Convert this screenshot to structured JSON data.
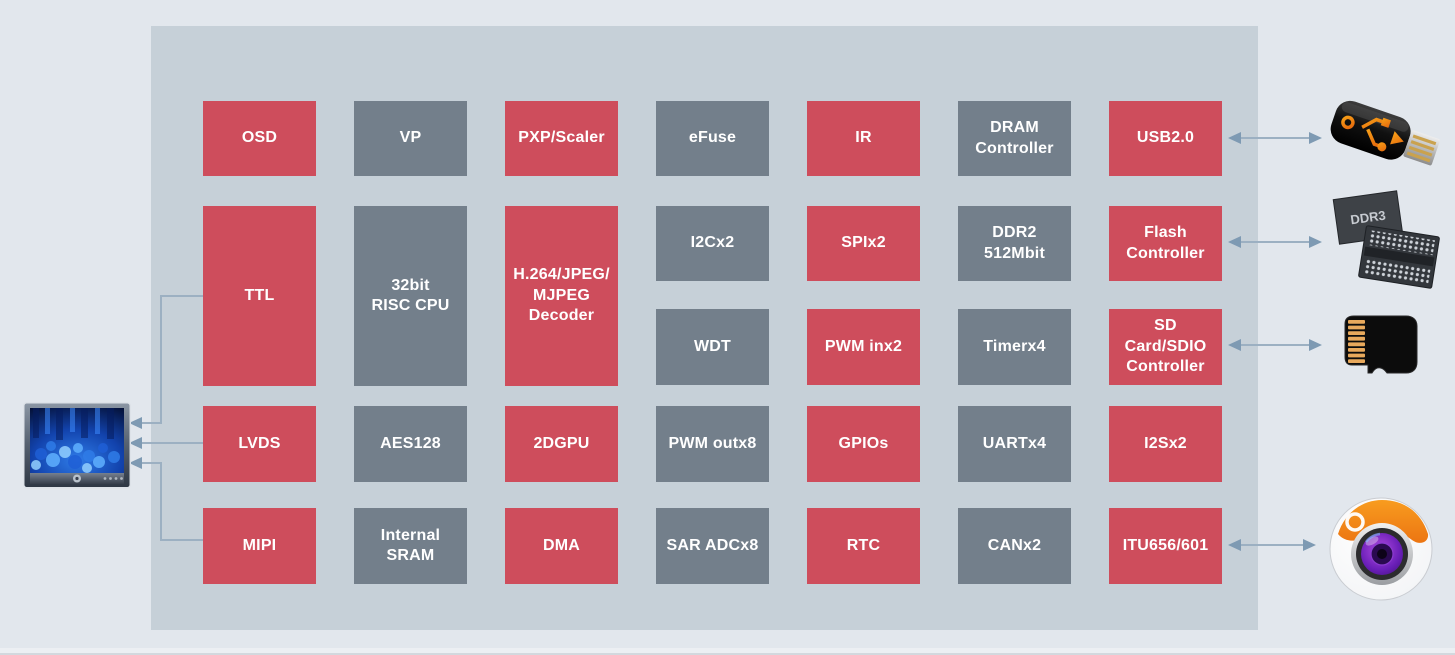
{
  "colors": {
    "background": "#e2e7ed",
    "panel": "#c6d0d8",
    "block_red": "#ce4d5c",
    "block_gray": "#737f8b",
    "block_text": "#ffffff",
    "arrow": "#9cb0c2"
  },
  "blocks": [
    {
      "id": "osd",
      "label": "OSD",
      "variant": "red"
    },
    {
      "id": "vp",
      "label": "VP",
      "variant": "gray"
    },
    {
      "id": "pxp-scaler",
      "label": "PXP/Scaler",
      "variant": "red"
    },
    {
      "id": "efuse",
      "label": "eFuse",
      "variant": "gray"
    },
    {
      "id": "ir",
      "label": "IR",
      "variant": "red"
    },
    {
      "id": "dram-controller",
      "label": "DRAM\nController",
      "variant": "gray"
    },
    {
      "id": "usb2",
      "label": "USB2.0",
      "variant": "red"
    },
    {
      "id": "ttl",
      "label": "TTL",
      "variant": "red"
    },
    {
      "id": "risc-cpu",
      "label": "32bit\nRISC CPU",
      "variant": "gray"
    },
    {
      "id": "h264-decoder",
      "label": "H.264/JPEG/\nMJPEG\nDecoder",
      "variant": "red"
    },
    {
      "id": "i2c",
      "label": "I2Cx2",
      "variant": "gray"
    },
    {
      "id": "spi",
      "label": "SPIx2",
      "variant": "red"
    },
    {
      "id": "ddr2",
      "label": "DDR2\n512Mbit",
      "variant": "gray"
    },
    {
      "id": "flash-controller",
      "label": "Flash\nController",
      "variant": "red"
    },
    {
      "id": "wdt",
      "label": "WDT",
      "variant": "gray"
    },
    {
      "id": "pwm-in",
      "label": "PWM inx2",
      "variant": "red"
    },
    {
      "id": "timer",
      "label": "Timerx4",
      "variant": "gray"
    },
    {
      "id": "sd-sdio-controller",
      "label": "SD\nCard/SDIO\nController",
      "variant": "red"
    },
    {
      "id": "lvds",
      "label": "LVDS",
      "variant": "red"
    },
    {
      "id": "aes128",
      "label": "AES128",
      "variant": "gray"
    },
    {
      "id": "2dgpu",
      "label": "2DGPU",
      "variant": "red"
    },
    {
      "id": "pwm-out",
      "label": "PWM outx8",
      "variant": "gray"
    },
    {
      "id": "gpios",
      "label": "GPIOs",
      "variant": "red"
    },
    {
      "id": "uart",
      "label": "UARTx4",
      "variant": "gray"
    },
    {
      "id": "i2s",
      "label": "I2Sx2",
      "variant": "red"
    },
    {
      "id": "mipi",
      "label": "MIPI",
      "variant": "red"
    },
    {
      "id": "internal-sram",
      "label": "Internal\nSRAM",
      "variant": "gray"
    },
    {
      "id": "dma",
      "label": "DMA",
      "variant": "red"
    },
    {
      "id": "sar-adc",
      "label": "SAR ADCx8",
      "variant": "gray"
    },
    {
      "id": "rtc",
      "label": "RTC",
      "variant": "red"
    },
    {
      "id": "can",
      "label": "CANx2",
      "variant": "gray"
    },
    {
      "id": "itu656-601",
      "label": "ITU656/601",
      "variant": "red"
    }
  ],
  "peripherals": {
    "display": {
      "name": "lcd-monitor"
    },
    "usb_drive": {
      "name": "usb-flash-drive"
    },
    "memory": {
      "name": "ddr3-memory-chips",
      "chip_label": "DDR3"
    },
    "sd_card": {
      "name": "micro-sd-card"
    },
    "camera": {
      "name": "camera"
    }
  },
  "connections": [
    {
      "from": "TTL",
      "to": "lcd-monitor",
      "direction": "out"
    },
    {
      "from": "LVDS",
      "to": "lcd-monitor",
      "direction": "out"
    },
    {
      "from": "MIPI",
      "to": "lcd-monitor",
      "direction": "out"
    },
    {
      "from": "USB2.0",
      "to": "usb-flash-drive",
      "direction": "both"
    },
    {
      "from": "Flash Controller",
      "to": "ddr3-memory-chips",
      "direction": "both"
    },
    {
      "from": "SD Card/SDIO Controller",
      "to": "micro-sd-card",
      "direction": "both"
    },
    {
      "from": "ITU656/601",
      "to": "camera",
      "direction": "both"
    }
  ]
}
